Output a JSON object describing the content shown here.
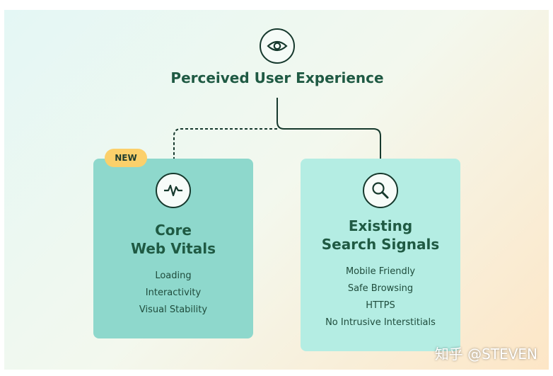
{
  "header": {
    "icon": "eye-icon",
    "title": "Perceived User Experience"
  },
  "left_card": {
    "badge": "NEW",
    "icon": "pulse-icon",
    "title_line1": "Core",
    "title_line2": "Web Vitals",
    "items": [
      "Loading",
      "Interactivity",
      "Visual Stability"
    ]
  },
  "right_card": {
    "icon": "magnifier-icon",
    "title_line1": "Existing",
    "title_line2": "Search Signals",
    "items": [
      "Mobile Friendly",
      "Safe Browsing",
      "HTTPS",
      "No Intrusive Interstitials"
    ]
  },
  "watermark": "知乎 @STEVEN",
  "colors": {
    "dark_green": "#1f5a43",
    "left_card": "#8ed8cc",
    "right_card": "#b4ede3",
    "badge": "#fbd06b"
  }
}
